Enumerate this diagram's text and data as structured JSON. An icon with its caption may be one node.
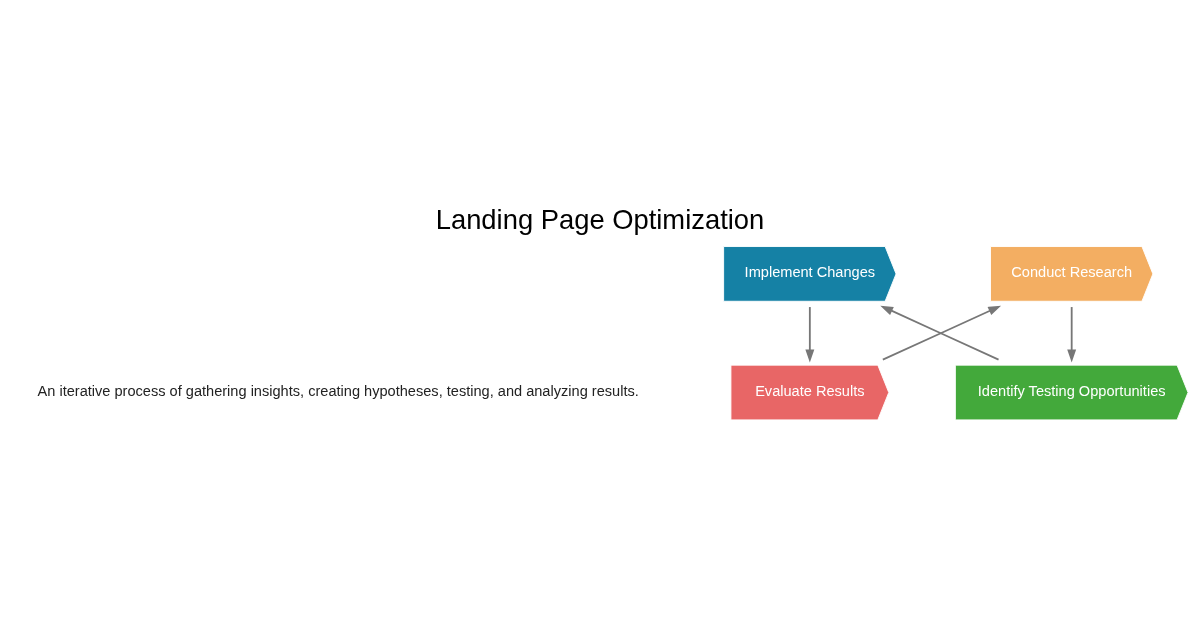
{
  "diagram": {
    "title": "Landing Page Optimization",
    "nodes": [
      {
        "text": [
          "Evaluate Results"
        ]
      },
      {
        "text": [
          "Conduct Research"
        ]
      },
      {
        "text": [
          "Identify Testing Opportunities"
        ]
      },
      {
        "text": [
          "Implement Changes"
        ]
      }
    ],
    "edges": [
      {
        "from": 0,
        "to": 1,
        "arrow": "to"
      },
      {
        "from": 1,
        "to": 2,
        "arrow": "to"
      },
      {
        "from": 2,
        "to": 3,
        "arrow": "to"
      },
      {
        "from": 3,
        "to": 0,
        "arrow": "to"
      }
    ],
    "labels": [
      "An iterative process of gathering insights, creating hypotheses, testing, and analyzing results."
    ]
  }
}
